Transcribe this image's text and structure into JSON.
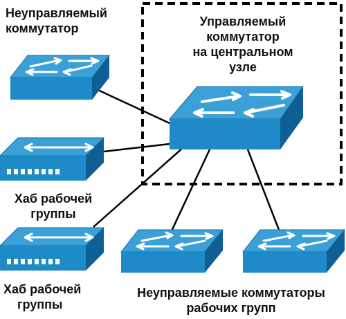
{
  "labels": {
    "unmanaged_switch": [
      "Неуправляемый",
      "коммутатор"
    ],
    "managed_switch": [
      "Управляемый",
      "коммутатор",
      "на центральном",
      "узле"
    ],
    "hub_1": [
      "Хаб рабочей",
      "группы"
    ],
    "hub_2": [
      "Хаб рабочей",
      "группы"
    ],
    "workgroup_switches": [
      "Неуправляемые коммутаторы",
      "рабочих групп"
    ]
  },
  "colors": {
    "switch_top": "#3aa0d6",
    "switch_front": "#1e8bc8",
    "switch_side": "#0f5f95",
    "arrow": "#ffffff",
    "link": "#000000",
    "boundary": "#000000"
  },
  "icons": [
    "switch-icon",
    "hub-icon"
  ]
}
